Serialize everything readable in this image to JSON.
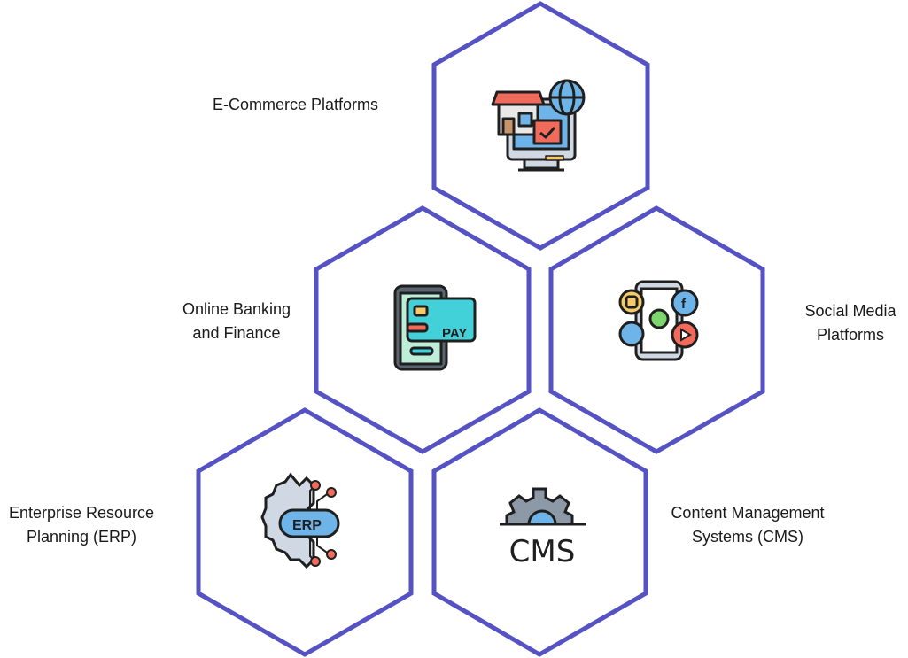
{
  "colors": {
    "hex_stroke": "#5552c4",
    "text": "#1a1a1a",
    "icon_outline": "#1f1f1f"
  },
  "nodes": [
    {
      "id": "ecommerce",
      "line1": "E-Commerce Platforms",
      "line2": "",
      "icon": "online-store-icon"
    },
    {
      "id": "banking",
      "line1": "Online Banking",
      "line2": "and Finance",
      "icon": "mobile-payment-icon",
      "icon_text": "PAY"
    },
    {
      "id": "social",
      "line1": "Social Media",
      "line2": "Platforms",
      "icon": "social-media-phone-icon"
    },
    {
      "id": "erp",
      "line1": "Enterprise Resource",
      "line2": "Planning (ERP)",
      "icon": "erp-gear-icon",
      "icon_text": "ERP"
    },
    {
      "id": "cms",
      "line1": "Content Management",
      "line2": "Systems (CMS)",
      "icon": "cms-gear-icon",
      "icon_text": "CMS"
    }
  ]
}
